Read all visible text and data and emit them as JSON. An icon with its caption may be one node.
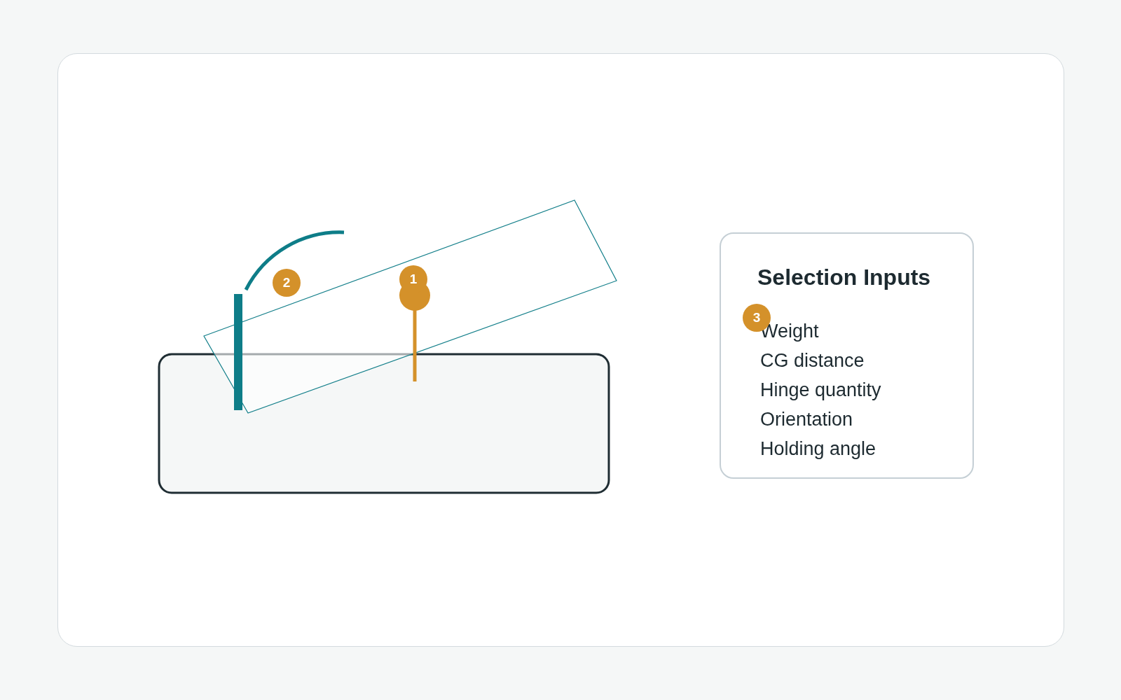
{
  "diagram": {
    "nodes": [
      {
        "text": [
          "Selection Inputs",
          "Weight",
          "CG distance",
          "Hinge quantity",
          "Orientation",
          "Holding angle"
        ]
      }
    ],
    "labels": [
      "1",
      "2",
      "3"
    ]
  }
}
